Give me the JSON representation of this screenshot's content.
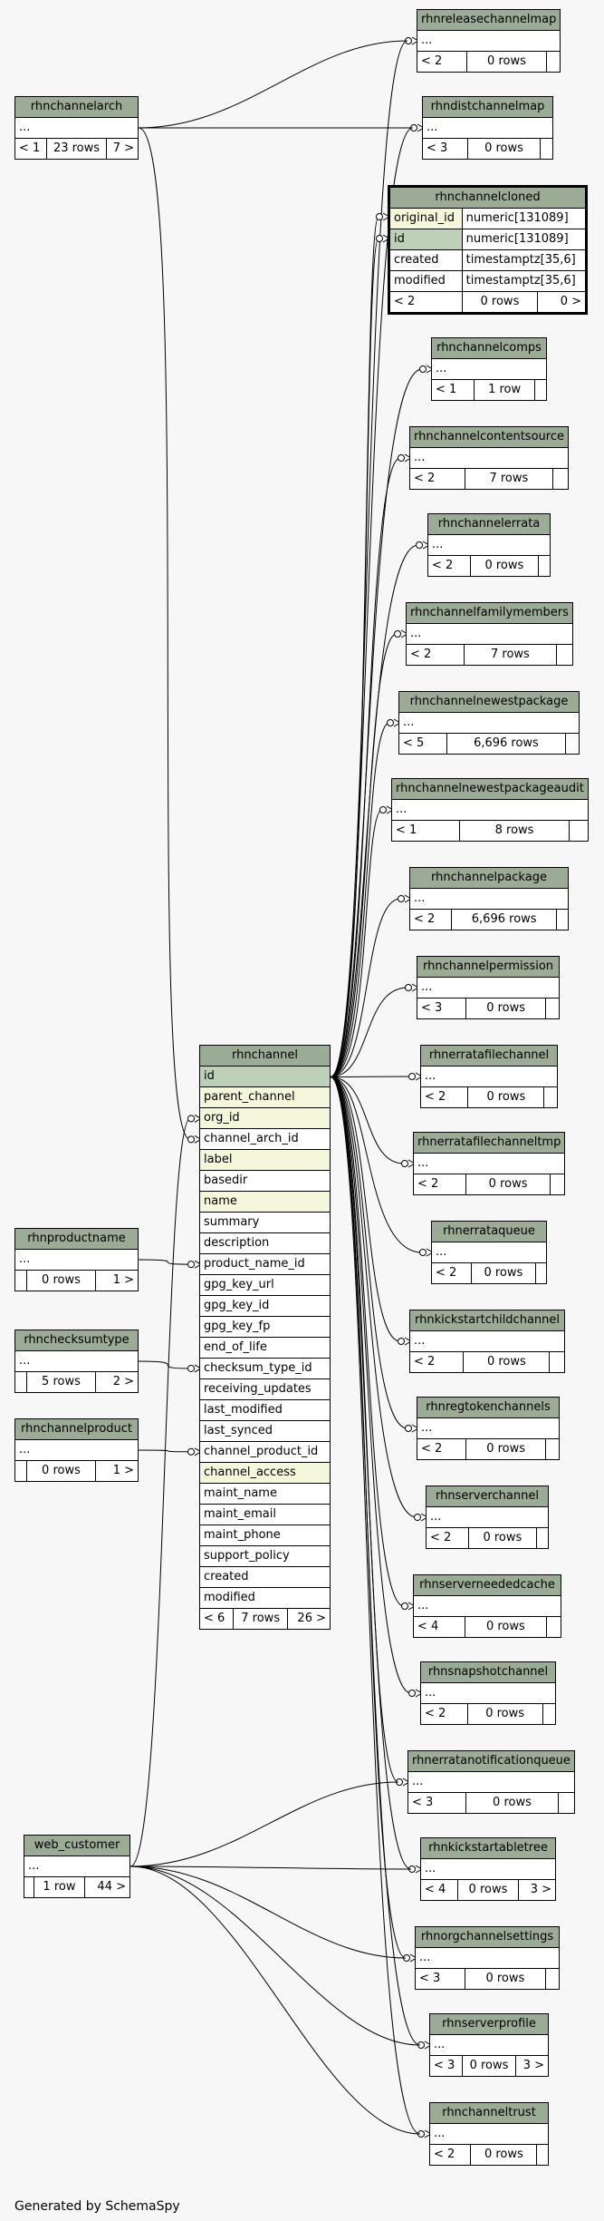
{
  "footer": "Generated by SchemaSpy",
  "center": {
    "name": "rhnchannel",
    "columns": [
      {
        "name": "id",
        "style": "pk"
      },
      {
        "name": "parent_channel",
        "style": "idx"
      },
      {
        "name": "org_id",
        "style": "idx"
      },
      {
        "name": "channel_arch_id",
        "style": ""
      },
      {
        "name": "label",
        "style": "idx"
      },
      {
        "name": "basedir",
        "style": ""
      },
      {
        "name": "name",
        "style": "idx"
      },
      {
        "name": "summary",
        "style": ""
      },
      {
        "name": "description",
        "style": ""
      },
      {
        "name": "product_name_id",
        "style": ""
      },
      {
        "name": "gpg_key_url",
        "style": ""
      },
      {
        "name": "gpg_key_id",
        "style": ""
      },
      {
        "name": "gpg_key_fp",
        "style": ""
      },
      {
        "name": "end_of_life",
        "style": ""
      },
      {
        "name": "checksum_type_id",
        "style": ""
      },
      {
        "name": "receiving_updates",
        "style": ""
      },
      {
        "name": "last_modified",
        "style": ""
      },
      {
        "name": "last_synced",
        "style": ""
      },
      {
        "name": "channel_product_id",
        "style": ""
      },
      {
        "name": "channel_access",
        "style": "idx"
      },
      {
        "name": "maint_name",
        "style": ""
      },
      {
        "name": "maint_email",
        "style": ""
      },
      {
        "name": "maint_phone",
        "style": ""
      },
      {
        "name": "support_policy",
        "style": ""
      },
      {
        "name": "created",
        "style": ""
      },
      {
        "name": "modified",
        "style": ""
      }
    ],
    "footer": [
      "< 6",
      "7 rows",
      "26 >"
    ]
  },
  "cloned": {
    "name": "rhnchannelcloned",
    "columns": [
      [
        "original_id",
        "numeric[131089]",
        "idx"
      ],
      [
        "id",
        "numeric[131089]",
        "pk"
      ],
      [
        "created",
        "timestamptz[35,6]",
        ""
      ],
      [
        "modified",
        "timestamptz[35,6]",
        ""
      ]
    ],
    "footer": [
      "< 2",
      "0 rows",
      "0 >"
    ]
  },
  "parents": [
    {
      "key": "arch",
      "name": "rhnchannelarch",
      "ellipsis": "...",
      "footer": [
        "< 1",
        "23 rows",
        "7 >"
      ]
    },
    {
      "key": "prodname",
      "name": "rhnproductname",
      "ellipsis": "...",
      "footer": [
        "",
        "0 rows",
        "1 >"
      ]
    },
    {
      "key": "checksum",
      "name": "rhnchecksumtype",
      "ellipsis": "...",
      "footer": [
        "",
        "5 rows",
        "2 >"
      ]
    },
    {
      "key": "chprod",
      "name": "rhnchannelproduct",
      "ellipsis": "...",
      "footer": [
        "",
        "0 rows",
        "1 >"
      ]
    },
    {
      "key": "webcust",
      "name": "web_customer",
      "ellipsis": "...",
      "footer": [
        "",
        "1 row",
        "44 >"
      ]
    }
  ],
  "children": [
    {
      "key": "c0",
      "name": "rhnreleasechannelmap",
      "ellipsis": "...",
      "footer": [
        "< 2",
        "0 rows",
        ""
      ]
    },
    {
      "key": "c1",
      "name": "rhndistchannelmap",
      "ellipsis": "...",
      "footer": [
        "< 3",
        "0 rows",
        ""
      ]
    },
    {
      "key": "c2",
      "name": "rhnchannelcomps",
      "ellipsis": "...",
      "footer": [
        "< 1",
        "1 row",
        ""
      ]
    },
    {
      "key": "c3",
      "name": "rhnchannelcontentsource",
      "ellipsis": "...",
      "footer": [
        "< 2",
        "7 rows",
        ""
      ]
    },
    {
      "key": "c4",
      "name": "rhnchannelerrata",
      "ellipsis": "...",
      "footer": [
        "< 2",
        "0 rows",
        ""
      ]
    },
    {
      "key": "c5",
      "name": "rhnchannelfamilymembers",
      "ellipsis": "...",
      "footer": [
        "< 2",
        "7 rows",
        ""
      ]
    },
    {
      "key": "c6",
      "name": "rhnchannelnewestpackage",
      "ellipsis": "...",
      "footer": [
        "< 5",
        "6,696 rows",
        ""
      ]
    },
    {
      "key": "c7",
      "name": "rhnchannelnewestpackageaudit",
      "ellipsis": "...",
      "footer": [
        "< 1",
        "8 rows",
        ""
      ]
    },
    {
      "key": "c8",
      "name": "rhnchannelpackage",
      "ellipsis": "...",
      "footer": [
        "< 2",
        "6,696 rows",
        ""
      ]
    },
    {
      "key": "c9",
      "name": "rhnchannelpermission",
      "ellipsis": "...",
      "footer": [
        "< 3",
        "0 rows",
        ""
      ]
    },
    {
      "key": "c10",
      "name": "rhnerratafilechannel",
      "ellipsis": "...",
      "footer": [
        "< 2",
        "0 rows",
        ""
      ]
    },
    {
      "key": "c11",
      "name": "rhnerratafilechanneltmp",
      "ellipsis": "...",
      "footer": [
        "< 2",
        "0 rows",
        ""
      ]
    },
    {
      "key": "c12",
      "name": "rhnerrataqueue",
      "ellipsis": "...",
      "footer": [
        "< 2",
        "0 rows",
        ""
      ]
    },
    {
      "key": "c13",
      "name": "rhnkickstartchildchannel",
      "ellipsis": "...",
      "footer": [
        "< 2",
        "0 rows",
        ""
      ]
    },
    {
      "key": "c14",
      "name": "rhnregtokenchannels",
      "ellipsis": "...",
      "footer": [
        "< 2",
        "0 rows",
        ""
      ]
    },
    {
      "key": "c15",
      "name": "rhnserverchannel",
      "ellipsis": "...",
      "footer": [
        "< 2",
        "0 rows",
        ""
      ]
    },
    {
      "key": "c16",
      "name": "rhnserverneededcache",
      "ellipsis": "...",
      "footer": [
        "< 4",
        "0 rows",
        ""
      ]
    },
    {
      "key": "c17",
      "name": "rhnsnapshotchannel",
      "ellipsis": "...",
      "footer": [
        "< 2",
        "0 rows",
        ""
      ]
    },
    {
      "key": "c18",
      "name": "rhnerratanotificationqueue",
      "ellipsis": "...",
      "footer": [
        "< 3",
        "0 rows",
        ""
      ]
    },
    {
      "key": "c19",
      "name": "rhnkickstartabletree",
      "ellipsis": "...",
      "footer": [
        "< 4",
        "0 rows",
        "3 >"
      ]
    },
    {
      "key": "c20",
      "name": "rhnorgchannelsettings",
      "ellipsis": "...",
      "footer": [
        "< 3",
        "0 rows",
        ""
      ]
    },
    {
      "key": "c21",
      "name": "rhnserverprofile",
      "ellipsis": "...",
      "footer": [
        "< 3",
        "0 rows",
        "3 >"
      ]
    },
    {
      "key": "c22",
      "name": "rhnchanneltrust",
      "ellipsis": "...",
      "footer": [
        "< 2",
        "0 rows",
        ""
      ]
    }
  ]
}
